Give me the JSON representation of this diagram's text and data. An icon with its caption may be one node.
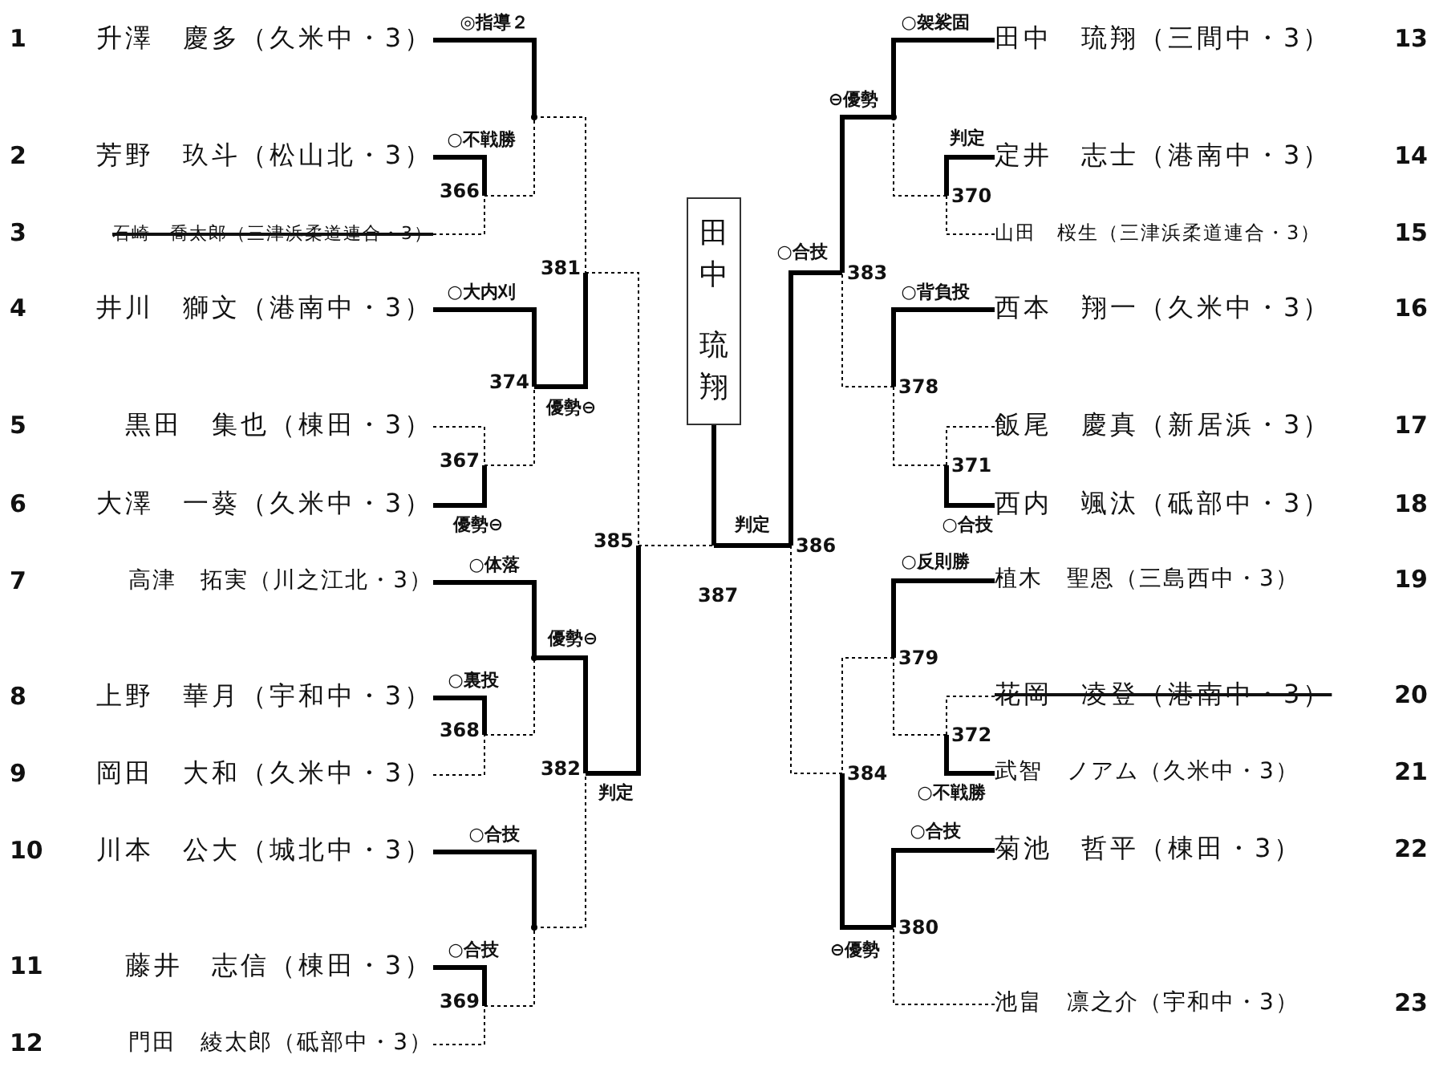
{
  "diagram": {
    "nodes": [
      {
        "text": [
          "1",
          "升澤　慶多（久米中・3）"
        ]
      },
      {
        "text": [
          "2",
          "芳野　玖斗（松山北・3）"
        ]
      },
      {
        "text": [
          "3",
          "石崎　喬太郎（三津浜柔道連合・3）"
        ]
      },
      {
        "text": [
          "4",
          "井川　獅文（港南中・3）"
        ]
      },
      {
        "text": [
          "5",
          "黒田　集也（棟田・3）"
        ]
      },
      {
        "text": [
          "6",
          "大澤　一葵（久米中・3）"
        ]
      },
      {
        "text": [
          "7",
          "高津　拓実（川之江北・3）"
        ]
      },
      {
        "text": [
          "8",
          "上野　華月（宇和中・3）"
        ]
      },
      {
        "text": [
          "9",
          "岡田　大和（久米中・3）"
        ]
      },
      {
        "text": [
          "10",
          "川本　公大（城北中・3）"
        ]
      },
      {
        "text": [
          "11",
          "藤井　志信（棟田・3）"
        ]
      },
      {
        "text": [
          "12",
          "門田　綾太郎（砥部中・3）"
        ]
      },
      {
        "text": [
          "田中　琉翔（三間中・3）",
          "13"
        ]
      },
      {
        "text": [
          "定井　志士（港南中・3）",
          "14"
        ]
      },
      {
        "text": [
          "山田　桜生（三津浜柔道連合・3）",
          "15"
        ]
      },
      {
        "text": [
          "西本　翔一（久米中・3）",
          "16"
        ]
      },
      {
        "text": [
          "飯尾　慶真（新居浜・3）",
          "17"
        ]
      },
      {
        "text": [
          "西内　颯汰（砥部中・3）",
          "18"
        ]
      },
      {
        "text": [
          "植木　聖恩（三島西中・3）",
          "19"
        ]
      },
      {
        "text": [
          "花岡　凌登（港南中・3）",
          "20"
        ]
      },
      {
        "text": [
          "武智　ノアム（久米中・3）",
          "21"
        ]
      },
      {
        "text": [
          "菊池　哲平（棟田・3）",
          "22"
        ]
      },
      {
        "text": [
          "池畠　凛之介（宇和中・3）",
          "23"
        ]
      },
      {
        "text": [
          "田中",
          "琉翔"
        ]
      },
      {
        "text": [
          "366"
        ]
      },
      {
        "text": [
          "367"
        ]
      },
      {
        "text": [
          "368"
        ]
      },
      {
        "text": [
          "369"
        ]
      },
      {
        "text": [
          "370"
        ]
      },
      {
        "text": [
          "371"
        ]
      },
      {
        "text": [
          "372"
        ]
      },
      {
        "text": [
          "374"
        ]
      },
      {
        "text": [
          "378"
        ]
      },
      {
        "text": [
          "379"
        ]
      },
      {
        "text": [
          "380"
        ]
      },
      {
        "text": [
          "381"
        ]
      },
      {
        "text": [
          "382"
        ]
      },
      {
        "text": [
          "383"
        ]
      },
      {
        "text": [
          "384"
        ]
      },
      {
        "text": [
          "385"
        ]
      },
      {
        "text": [
          "386"
        ]
      },
      {
        "text": [
          "387"
        ]
      },
      {
        "text": [],
        "shape": "point"
      },
      {
        "text": [],
        "shape": "point"
      },
      {
        "text": [],
        "shape": "point"
      },
      {
        "text": [],
        "shape": "point"
      }
    ],
    "edges": [
      {
        "from": 1,
        "to": 24,
        "arrow": "none",
        "label": "○不戦勝"
      },
      {
        "from": 2,
        "to": 24,
        "arrow": "none",
        "style": "dashed"
      },
      {
        "from": 0,
        "to": 42,
        "arrow": "none",
        "label": "◎指導２"
      },
      {
        "from": 24,
        "to": 42,
        "arrow": "none",
        "style": "dashed"
      },
      {
        "from": 4,
        "to": 25,
        "arrow": "none",
        "style": "dashed"
      },
      {
        "from": 5,
        "to": 25,
        "arrow": "none",
        "label": "優勢⊖"
      },
      {
        "from": 3,
        "to": 31,
        "arrow": "none",
        "label": "○大内刈"
      },
      {
        "from": 25,
        "to": 31,
        "arrow": "none",
        "style": "dashed"
      },
      {
        "from": 42,
        "to": 35,
        "arrow": "none",
        "style": "dashed"
      },
      {
        "from": 31,
        "to": 35,
        "arrow": "none",
        "label": "優勢⊖"
      },
      {
        "from": 7,
        "to": 26,
        "arrow": "none",
        "label": "○裏投"
      },
      {
        "from": 8,
        "to": 26,
        "arrow": "none",
        "style": "dashed"
      },
      {
        "from": 6,
        "to": 43,
        "arrow": "none",
        "label": "○体落"
      },
      {
        "from": 26,
        "to": 43,
        "arrow": "none",
        "style": "dashed"
      },
      {
        "from": 10,
        "to": 27,
        "arrow": "none",
        "label": "○合技"
      },
      {
        "from": 11,
        "to": 27,
        "arrow": "none",
        "style": "dashed"
      },
      {
        "from": 9,
        "to": 44,
        "arrow": "none",
        "label": "○合技"
      },
      {
        "from": 27,
        "to": 44,
        "arrow": "none",
        "style": "dashed"
      },
      {
        "from": 43,
        "to": 36,
        "arrow": "none",
        "label": "優勢⊖"
      },
      {
        "from": 44,
        "to": 36,
        "arrow": "none",
        "style": "dashed"
      },
      {
        "from": 35,
        "to": 39,
        "arrow": "none",
        "style": "dashed"
      },
      {
        "from": 36,
        "to": 39,
        "arrow": "none",
        "label": "判定"
      },
      {
        "from": 39,
        "to": 41,
        "arrow": "none",
        "style": "dashed"
      },
      {
        "from": 13,
        "to": 28,
        "arrow": "none",
        "label": "判定"
      },
      {
        "from": 14,
        "to": 28,
        "arrow": "none",
        "style": "dashed"
      },
      {
        "from": 12,
        "to": 45,
        "arrow": "none",
        "label": "○袈裟固"
      },
      {
        "from": 28,
        "to": 45,
        "arrow": "none",
        "style": "dashed"
      },
      {
        "from": 16,
        "to": 29,
        "arrow": "none",
        "style": "dashed"
      },
      {
        "from": 17,
        "to": 29,
        "arrow": "none",
        "label": "○合技"
      },
      {
        "from": 15,
        "to": 32,
        "arrow": "none",
        "label": "○背負投"
      },
      {
        "from": 29,
        "to": 32,
        "arrow": "none",
        "style": "dashed"
      },
      {
        "from": 45,
        "to": 37,
        "arrow": "none",
        "label": "⊖優勢"
      },
      {
        "from": 32,
        "to": 37,
        "arrow": "none",
        "style": "dashed"
      },
      {
        "from": 19,
        "to": 30,
        "arrow": "none",
        "style": "dashed"
      },
      {
        "from": 20,
        "to": 30,
        "arrow": "none",
        "label": "○不戦勝"
      },
      {
        "from": 18,
        "to": 33,
        "arrow": "none",
        "label": "○反則勝"
      },
      {
        "from": 30,
        "to": 33,
        "arrow": "none",
        "style": "dashed"
      },
      {
        "from": 21,
        "to": 34,
        "arrow": "none",
        "label": "○合技"
      },
      {
        "from": 22,
        "to": 34,
        "arrow": "none",
        "style": "dashed"
      },
      {
        "from": 33,
        "to": 38,
        "arrow": "none",
        "style": "dashed"
      },
      {
        "from": 34,
        "to": 38,
        "arrow": "none",
        "label": "⊖優勢"
      },
      {
        "from": 37,
        "to": 40,
        "arrow": "none",
        "label": "○合技"
      },
      {
        "from": 38,
        "to": 40,
        "arrow": "none",
        "style": "dashed"
      },
      {
        "from": 40,
        "to": 41,
        "arrow": "none",
        "label": "判定"
      },
      {
        "from": 41,
        "to": 23,
        "arrow": "none"
      }
    ]
  }
}
